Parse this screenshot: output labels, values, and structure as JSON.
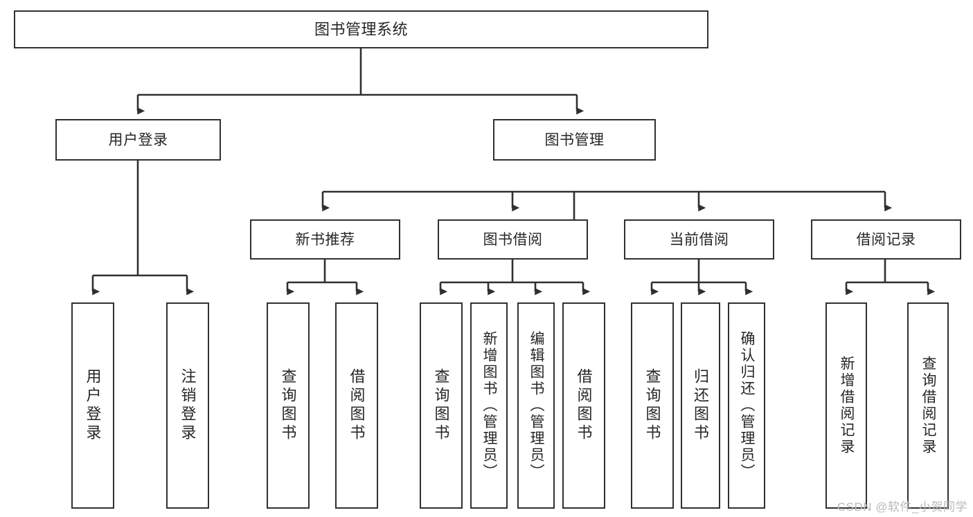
{
  "diagram": {
    "type": "hierarchy-tree",
    "title": "图书管理系统",
    "watermark": "CSDN @软件_小贺同学",
    "colors": {
      "border": "#30302f",
      "fill": "#ffffff",
      "text": "#26262a",
      "connector": "#2f2f2f",
      "watermark": "#b9b9b9"
    },
    "levels": {
      "root": {
        "label": "图书管理系统"
      },
      "level2": [
        {
          "id": "user-login",
          "label": "用户登录"
        },
        {
          "id": "book-management",
          "label": "图书管理"
        }
      ],
      "level3": [
        {
          "id": "new-book-recommend",
          "label": "新书推荐",
          "parent": "book-management"
        },
        {
          "id": "book-borrow",
          "label": "图书借阅",
          "parent": "book-management"
        },
        {
          "id": "current-borrow",
          "label": "当前借阅",
          "parent": "book-management"
        },
        {
          "id": "borrow-record",
          "label": "借阅记录",
          "parent": "book-management"
        }
      ],
      "leaves": [
        {
          "id": "leaf-user-login",
          "label": "用户登录",
          "parent": "user-login"
        },
        {
          "id": "leaf-logout",
          "label": "注销登录",
          "parent": "user-login"
        },
        {
          "id": "leaf-query-book-1",
          "label": "查询图书",
          "parent": "new-book-recommend"
        },
        {
          "id": "leaf-borrow-book-1",
          "label": "借阅图书",
          "parent": "new-book-recommend"
        },
        {
          "id": "leaf-query-book-2",
          "label": "查询图书",
          "parent": "book-borrow"
        },
        {
          "id": "leaf-add-book",
          "label": "新增图书（管理员）",
          "parent": "book-borrow"
        },
        {
          "id": "leaf-edit-book",
          "label": "编辑图书（管理员）",
          "parent": "book-borrow"
        },
        {
          "id": "leaf-borrow-book-2",
          "label": "借阅图书",
          "parent": "book-borrow"
        },
        {
          "id": "leaf-query-book-3",
          "label": "查询图书",
          "parent": "current-borrow"
        },
        {
          "id": "leaf-return-book",
          "label": "归还图书",
          "parent": "current-borrow"
        },
        {
          "id": "leaf-confirm-return",
          "label": "确认归还（管理员）",
          "parent": "current-borrow"
        },
        {
          "id": "leaf-add-record",
          "label": "新增借阅记录",
          "parent": "borrow-record"
        },
        {
          "id": "leaf-query-record",
          "label": "查询借阅记录",
          "parent": "borrow-record"
        }
      ]
    }
  }
}
